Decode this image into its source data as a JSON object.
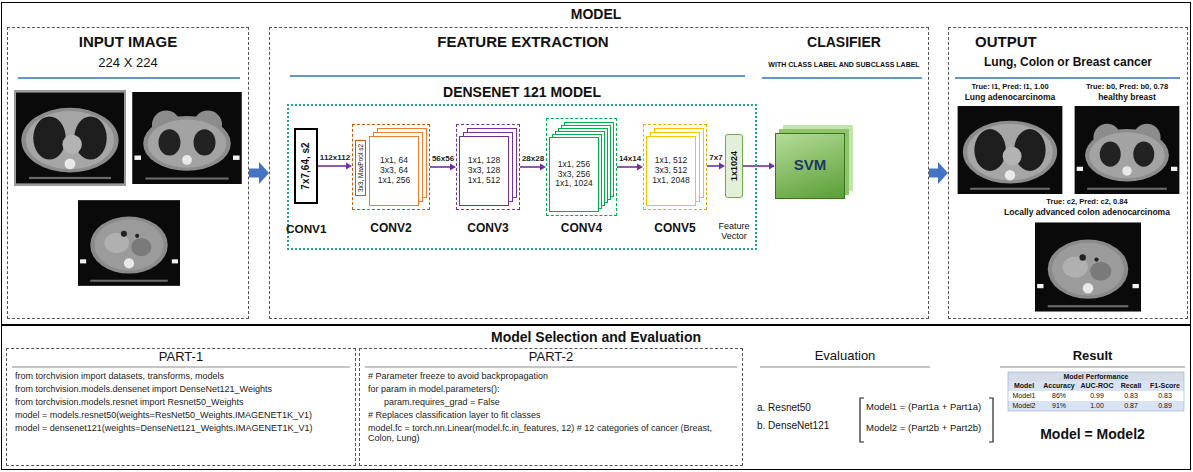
{
  "diagram": {
    "nodes": [
      {
        "text": [
          "MODEL"
        ]
      },
      {
        "text": [
          "INPUT IMAGE",
          "224 X 224"
        ],
        "in": 0
      },
      {
        "text": [
          "FEATURE EXTRACTION",
          "CLASIFIER",
          "WITH CLASS LABEL AND SUBCLASS LABEL"
        ],
        "in": 0
      },
      {
        "text": [
          "DENSENET 121 MODEL"
        ],
        "in": 2
      },
      {
        "text": [
          "7x7,64, s2",
          "CONV1"
        ],
        "in": 3
      },
      {
        "text": [
          "1x1, 64 3x3, 64 1x1, 256",
          "CONV2"
        ],
        "in": 3
      },
      {
        "text": [
          "3x3, MaxPool s2"
        ],
        "in": 5
      },
      {
        "text": [
          "1x1, 128 3x3, 128 1x1, 512",
          "CONV3"
        ],
        "in": 3
      },
      {
        "text": [
          "1x1, 256 3x3, 256 1x1, 1024",
          "CONV4"
        ],
        "in": 3
      },
      {
        "text": [
          "1x1, 512 3x3, 512 1x1, 2048",
          "CONV5"
        ],
        "in": 3
      },
      {
        "text": [
          "1x1024",
          "Feature Vector"
        ],
        "in": 3
      },
      {
        "text": [
          "SVM"
        ],
        "in": 2
      },
      {
        "text": [
          "OUTPUT",
          "Lung, Colon or Breast cancer"
        ],
        "in": 0
      },
      {
        "text": [
          "True: l1, Pred: l1, 1.00",
          "Lung adenocarcinoma"
        ],
        "in": 12
      },
      {
        "text": [
          "True: b0, Pred: b0, 0.78",
          "healthy breast"
        ],
        "in": 12
      },
      {
        "text": [
          "True: c2, Pred: c2, 0.84",
          "Locally advanced colon adenocarcinoma"
        ],
        "in": 12
      },
      {
        "text": [
          "Model Selection and Evaluation"
        ]
      },
      {
        "text": [
          "PART-1",
          "from torchvision import datasets, transforms, models",
          "from torchvision.models.densenet import DenseNet121_Weights",
          "from torchvision.models.resnet import Resnet50_Weights",
          "model = models.resnet50(weights=ResNet50_Weights.IMAGENET1K_V1)",
          "model = densenet121(weights=DenseNet121_Weights.IMAGENET1K_V1)"
        ],
        "in": 16
      },
      {
        "text": [
          "PART-2",
          "# Parameter freeze to avoid backpropagation",
          "for param in model.parameters():",
          "param.requires_grad = False",
          "# Replaces classification layer to fit classes",
          "model.fc = torch.nn.Linear(model.fc.in_features, 12) # 12 categories of cancer (Breast, Colon, Lung)"
        ],
        "in": 16
      }
    ],
    "edges": [
      {
        "from": 1,
        "to": 2,
        "arrow": "to"
      },
      {
        "from": 4,
        "to": 5,
        "label": "112x112",
        "arrow": "to"
      },
      {
        "from": 5,
        "to": 7,
        "label": "56x56",
        "arrow": "to"
      },
      {
        "from": 7,
        "to": 8,
        "label": "28x28",
        "arrow": "to"
      },
      {
        "from": 8,
        "to": 9,
        "label": "14x14",
        "arrow": "to"
      },
      {
        "from": 9,
        "to": 10,
        "label": "7x7",
        "arrow": "to"
      },
      {
        "from": 10,
        "to": 11,
        "arrow": "to"
      },
      {
        "from": 2,
        "to": 12,
        "arrow": "to"
      }
    ],
    "labels": [
      "Evaluation",
      "a. Resnet50",
      "b. DenseNet121",
      "Model1 = (Part1a + Part1a)",
      "Model2 = (Part2b + Part2b)",
      "Result",
      "Model Performance",
      "Model",
      "Accuracy",
      "AUC-ROC",
      "Recall",
      "F1-Score",
      "Model1",
      "86%",
      "0.99",
      "0.83",
      "0.83",
      "Model2",
      "91%",
      "1.00",
      "0.87",
      "0.89",
      "Model = Model2"
    ]
  }
}
